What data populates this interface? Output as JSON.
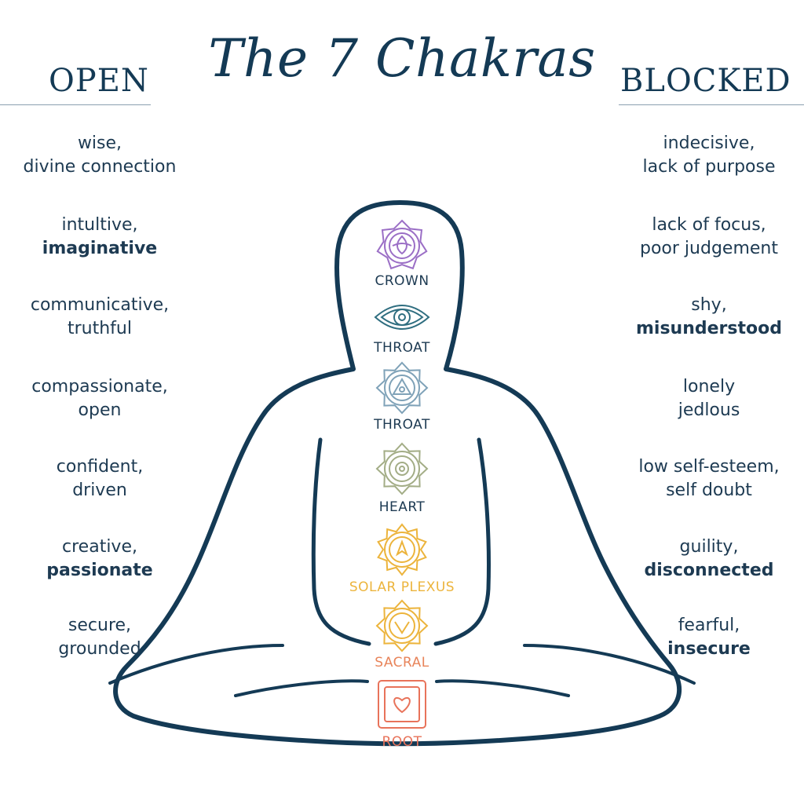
{
  "title": "The 7 Chakras",
  "open_heading": "OPEN",
  "blocked_heading": "BLOCKED",
  "open_traits": [
    {
      "line1": "wise,",
      "line2": "divine connection"
    },
    {
      "line1": "intultive,",
      "line2": "imaginative"
    },
    {
      "line1": "communicative,",
      "line2": "truthful"
    },
    {
      "line1": "compassionate,",
      "line2": "open"
    },
    {
      "line1": "confident,",
      "line2": "driven"
    },
    {
      "line1": "creative,",
      "line2": "passionate"
    },
    {
      "line1": "secure,",
      "line2": "grounded"
    }
  ],
  "blocked_traits": [
    {
      "line1": "indecisive,",
      "line2": "lack of purpose"
    },
    {
      "line1": "lack of focus,",
      "line2": "poor judgement"
    },
    {
      "line1": "shy,",
      "line2": "misunderstood"
    },
    {
      "line1": "lonely",
      "line2": "jedlous"
    },
    {
      "line1": "low self-esteem,",
      "line2": "self doubt"
    },
    {
      "line1": "guility,",
      "line2": "disconnected"
    },
    {
      "line1": "fearful,",
      "line2": "insecure"
    }
  ],
  "chakras": [
    {
      "label": "CROWN",
      "color": "#9b6fc6",
      "icon": "lotus-crown-icon"
    },
    {
      "label": "THROAT",
      "color": "#2f6e80",
      "icon": "eye-icon"
    },
    {
      "label": "THROAT",
      "color": "#7fa2b8",
      "icon": "triangle-icon"
    },
    {
      "label": "HEART",
      "color": "#a3ad86",
      "icon": "circle-icon"
    },
    {
      "label": "SOLAR PLEXUS",
      "color": "#ecb43c",
      "icon": "flame-icon"
    },
    {
      "label": "SACRAL",
      "color": "#ecb43c",
      "icon": "drop-icon"
    },
    {
      "label": "ROOT",
      "color": "#e8735a",
      "icon": "heart-square-icon"
    }
  ],
  "label_colors": [
    "#1d3a52",
    "#1d3a52",
    "#1d3a52",
    "#1d3a52",
    "#ecb43c",
    "#e8845a",
    "#e8735a"
  ],
  "outline_color": "#143a55"
}
